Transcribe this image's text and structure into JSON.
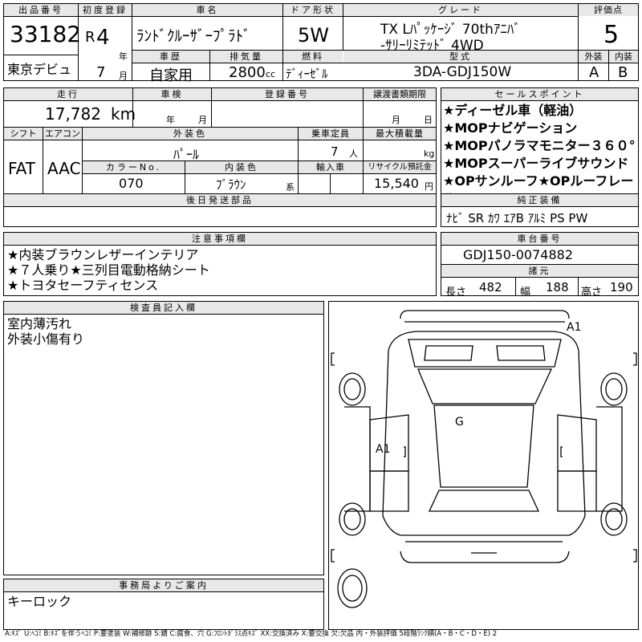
{
  "header": {
    "lot_label": "出品番号",
    "lot_number": "33182",
    "venue": "東京デビュ",
    "first_reg_label": "初度登録",
    "era": "R",
    "year": "4",
    "year_unit": "年",
    "month": "7",
    "month_unit": "月",
    "car_name_label": "車名",
    "car_name": "ﾗﾝﾄﾞｸﾙｰｻﾞｰﾌﾟﾗﾄﾞ",
    "door_label": "ドア形状",
    "door_value": "5W",
    "grade_label": "グレード",
    "grade_line1": "TX Lﾊﾟｯｹｰｼﾞ 70thｱﾆﾊﾞ",
    "grade_line2": "-ｻﾘｰﾘﾐﾃｯﾄﾞ 4WD",
    "history_label": "車歴",
    "history_value": "自家用",
    "displacement_label": "排気量",
    "displacement_value": "2800",
    "displacement_unit": "cc",
    "fuel_label": "燃料",
    "fuel_value": "ﾃﾞｨｰｾﾞﾙ",
    "model_label": "型式",
    "model_value": "3DA-GDJ150W",
    "score_label": "評価点",
    "score_value": "5",
    "exterior_label": "外装",
    "exterior_value": "A",
    "interior_label": "内装",
    "interior_value": "B"
  },
  "row2": {
    "mileage_label": "走行",
    "mileage_value": "17,782",
    "mileage_unit": "km",
    "inspection_label": "車検",
    "inspection_year_unit": "年",
    "inspection_month_unit": "月",
    "plate_label": "登録番号",
    "transfer_label": "譲渡書類期限",
    "transfer_month_unit": "月",
    "transfer_day_unit": "日",
    "shift_label": "シフト",
    "shift_value": "FAT",
    "aircon_label": "エアコン",
    "aircon_value": "AAC",
    "color_label": "外装色",
    "color_value": "ﾊﾟｰﾙ",
    "capacity_label": "乗車定員",
    "capacity_value": "7",
    "capacity_unit": "人",
    "loadmax_label": "最大積載量",
    "loadmax_unit": "kg",
    "colorno_label": "カラーNo.",
    "colorno_value": "070",
    "intcolor_label": "内装色",
    "intcolor_value": "ﾌﾞﾗｳﾝ",
    "intcolor_unit": "系",
    "import_label": "輸入車",
    "recycle_label": "リサイクル預託金",
    "recycle_value": "15,540",
    "recycle_unit": "円",
    "later_label": "後日発送部品"
  },
  "sales": {
    "label": "セールスポイント",
    "points": [
      "★ディーゼル車（軽油）",
      "★MOPナビゲーション",
      "★MOPパノラマモニター３６０°",
      "★MOPスーパーライブサウンド",
      "★OPサンルーフ★OPルーフレール"
    ]
  },
  "equipment": {
    "label": "純正装備",
    "value": "ﾅﾋﾞ SR ｶﾜ ｴｱB ｱﾙﾐ PS PW"
  },
  "notes": {
    "label": "注意事項欄",
    "lines": [
      "★内装ブラウンレザーインテリア",
      "★７人乗り★三列目電動格納シート",
      "★トヨタセーフティセンス"
    ]
  },
  "chassis": {
    "label": "車台番号",
    "value": "GDJ150-0074882",
    "spec_label": "諸元",
    "length_label": "長さ",
    "length_value": "482",
    "width_label": "幅",
    "width_value": "188",
    "height_label": "高さ",
    "height_value": "190"
  },
  "inspector": {
    "label": "検査員記入欄",
    "lines": [
      "室内薄汚れ",
      "外装小傷有り"
    ]
  },
  "diagram": {
    "marks": [
      {
        "id": "mark-a1-top",
        "text": "A1"
      },
      {
        "id": "mark-g",
        "text": "G"
      },
      {
        "id": "mark-a1-left",
        "text": "A1"
      }
    ]
  },
  "office": {
    "label": "事務局よりご案内",
    "value": "キーロック"
  },
  "legend": "A:ｷｽﾞ U:ﾍｺﾐ B:ｷｽﾞを伴うﾍｺﾐ P:要塗装 W:補修跡 S:錆 C:腐食、穴 G:ﾌﾛﾝﾄｶﾞﾗｽ点ｷｽﾞ XX:交換済み X:要交換 欠:欠品 内・外装評価 5段階ﾗﾝｸ順(A・B・C・D・E) 2"
}
